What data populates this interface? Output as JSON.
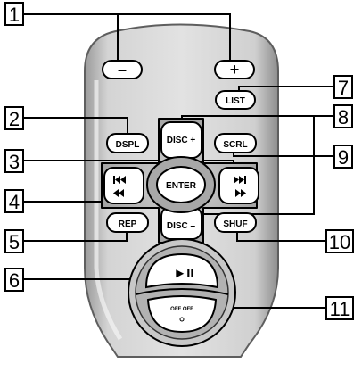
{
  "remote": {
    "buttons": {
      "minus": "–",
      "plus": "+",
      "list": "LIST",
      "dspl": "DSPL",
      "disc_plus": "DISC +",
      "scrl": "SCRL",
      "enter": "ENTER",
      "disc_minus": "DISC –",
      "rep": "REP",
      "shuf": "SHUF",
      "play_pause": "►II",
      "off": "OFF OFF"
    },
    "icons": {
      "prev": "seek-back-icon",
      "next": "seek-forward-icon"
    }
  },
  "callouts": [
    "1",
    "2",
    "3",
    "4",
    "5",
    "6",
    "7",
    "8",
    "9",
    "10",
    "11"
  ],
  "colors": {
    "body": "#cfcfcf",
    "body_edge": "#7a7a7a",
    "button": "#ffffff",
    "dpad": "#b9b9b9",
    "line": "#000000"
  }
}
